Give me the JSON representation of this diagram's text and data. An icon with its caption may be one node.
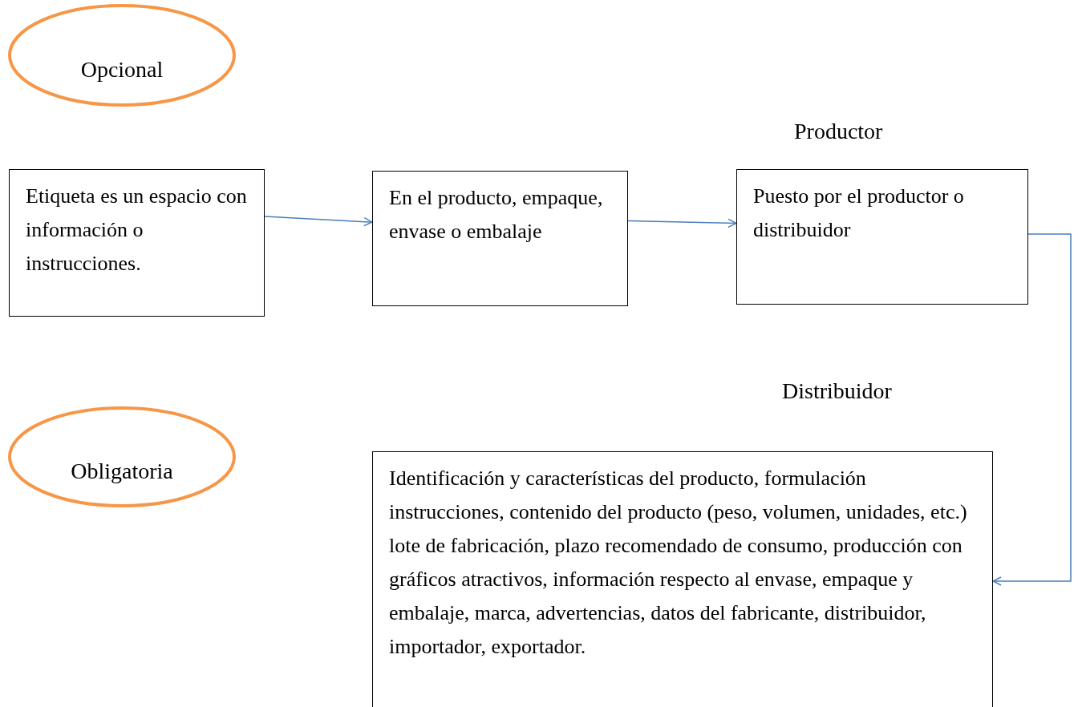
{
  "diagram": {
    "nodes": [
      {
        "text": [
          "Opcional"
        ]
      },
      {
        "text": [
          "Etiqueta es un espacio con información o instrucciones."
        ]
      },
      {
        "text": [
          "En el producto, empaque, envase o embalaje"
        ]
      },
      {
        "text": [
          "Puesto por el productor o distribuidor"
        ]
      },
      {
        "text": [
          "Obligatoria"
        ]
      },
      {
        "text": [
          "Identificación y características del producto, formulación instrucciones, contenido del producto (peso, volumen, unidades, etc.) lote de fabricación, plazo recomendado de consumo, producción con gráficos atractivos, información respecto al envase, empaque y embalaje, marca, advertencias, datos del fabricante, distribuidor, importador, exportador."
        ]
      }
    ],
    "edges": [
      {
        "from": 1,
        "to": 2,
        "arrow": "to"
      },
      {
        "from": 2,
        "to": 3,
        "arrow": "to"
      },
      {
        "from": 3,
        "to": 5,
        "arrow": "to"
      }
    ],
    "labels": [
      "Productor",
      "Distribuidor"
    ]
  }
}
